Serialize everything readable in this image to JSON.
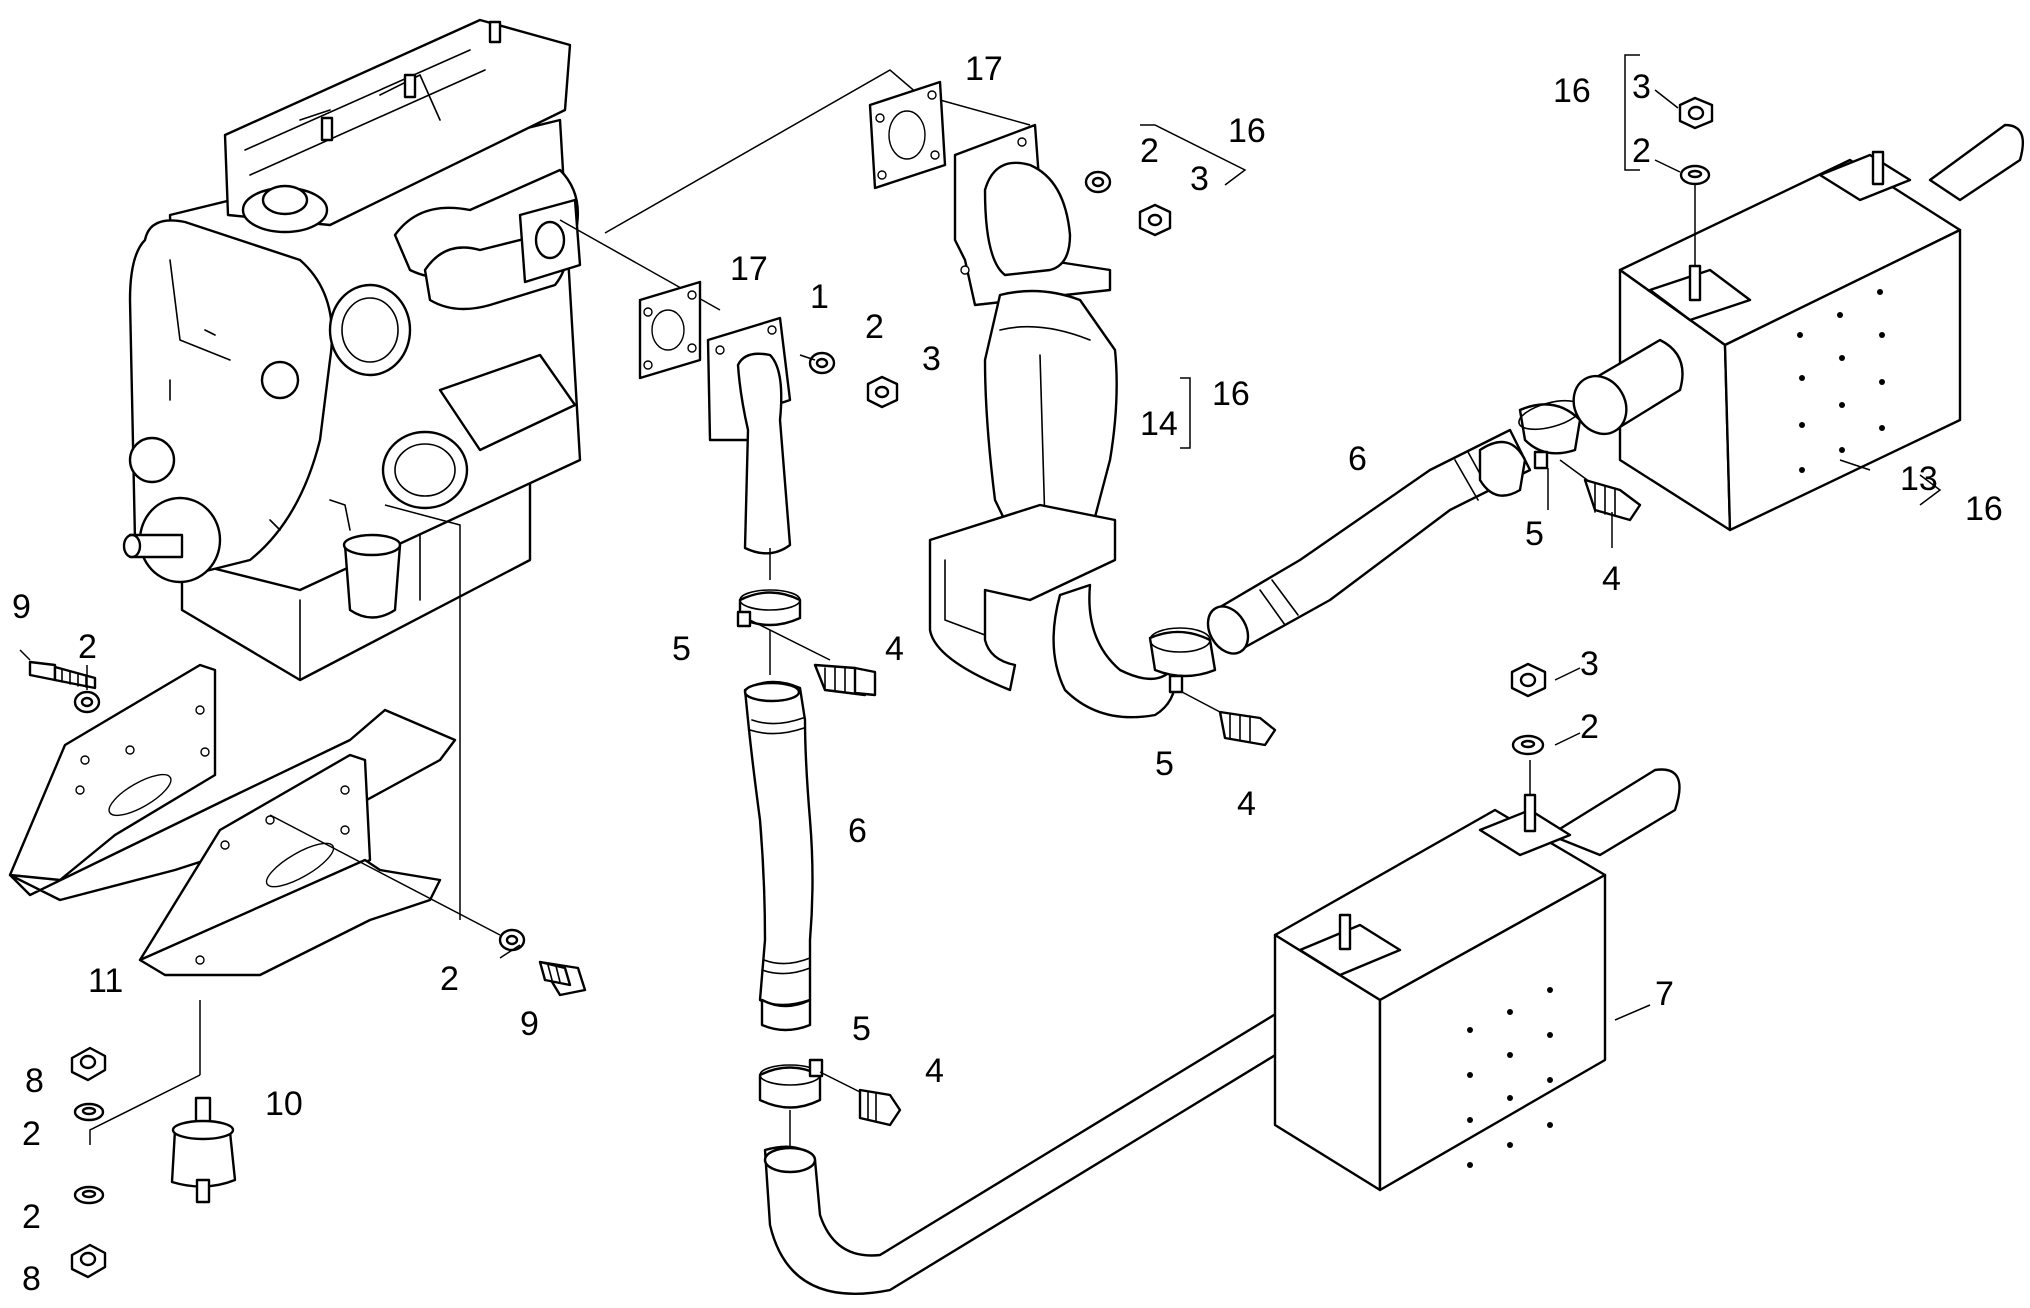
{
  "colors": {
    "line": "#000000",
    "background": "#ffffff"
  },
  "callouts": {
    "engine_mounting": {
      "bolt_9_upper": "9",
      "washer_2_upper": "2",
      "washer_2_lower": "2",
      "bolt_9_lower": "9",
      "bracket_11": "11",
      "nut_8_top": "8",
      "washer_2_top": "2",
      "mount_10": "10",
      "washer_2_bottom": "2",
      "nut_8_bottom": "8"
    },
    "downpipe": {
      "gasket_17": "17",
      "elbow_1": "1",
      "washer_2": "2",
      "nut_3": "3",
      "clamp_5_upper": "5",
      "bolt_4_upper": "4",
      "hose_6": "6",
      "clamp_5_lower": "5",
      "bolt_4_lower": "4"
    },
    "catalyst": {
      "gasket_17": "17",
      "washer_2": "2",
      "nut_3": "3",
      "kit_16_top": "16",
      "converter_14": "14",
      "kit_16_side": "16",
      "clamp_5": "5",
      "bolt_4": "4"
    },
    "hose_right": {
      "hose_6": "6",
      "clamp_5": "5",
      "bolt_4": "4"
    },
    "muffler_upper": {
      "kit_16_top": "16",
      "nut_3": "3",
      "washer_2": "2",
      "muffler_13": "13",
      "kit_16_side": "16"
    },
    "muffler_lower": {
      "nut_3": "3",
      "washer_2": "2",
      "muffler_7": "7"
    }
  }
}
